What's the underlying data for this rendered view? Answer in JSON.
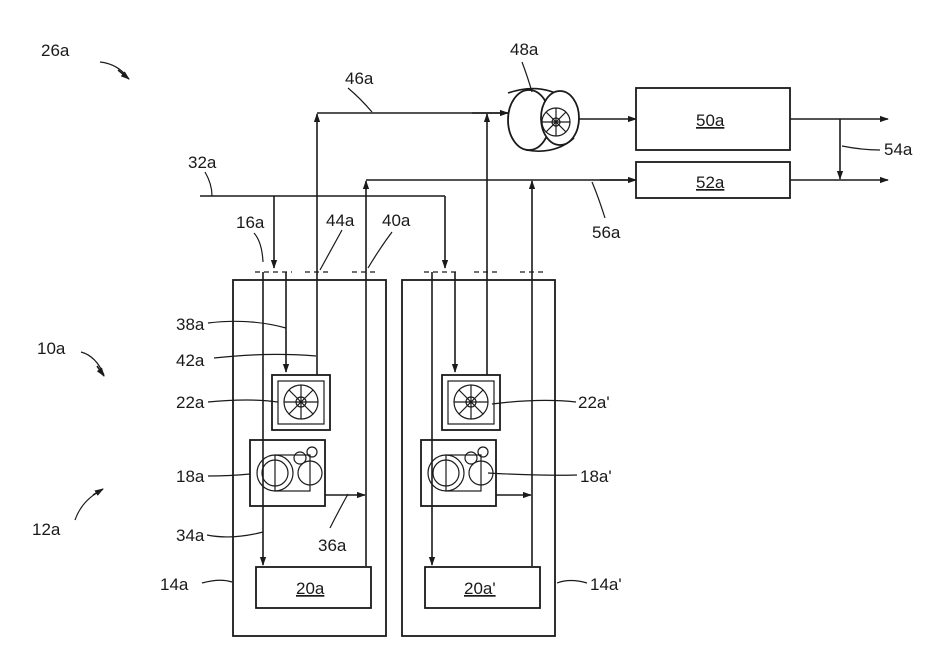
{
  "labels": {
    "system": "10a",
    "group": "12a",
    "cabinet_left": "14a",
    "cabinet_right": "14a'",
    "inlet": "16a",
    "compressor_left": "18a",
    "compressor_right": "18a'",
    "unit_left": "20a",
    "unit_right": "20a'",
    "fan_left": "22a",
    "fan_right": "22a'",
    "arrangement": "26a",
    "supply_line": "32a",
    "line_34": "34a",
    "line_36": "36a",
    "line_38": "38a",
    "line_40": "40a",
    "line_42": "42a",
    "line_44": "44a",
    "exhaust_line": "46a",
    "blower": "48a",
    "box_top": "50a",
    "box_bottom": "52a",
    "bypass": "54a",
    "return_line": "56a"
  }
}
